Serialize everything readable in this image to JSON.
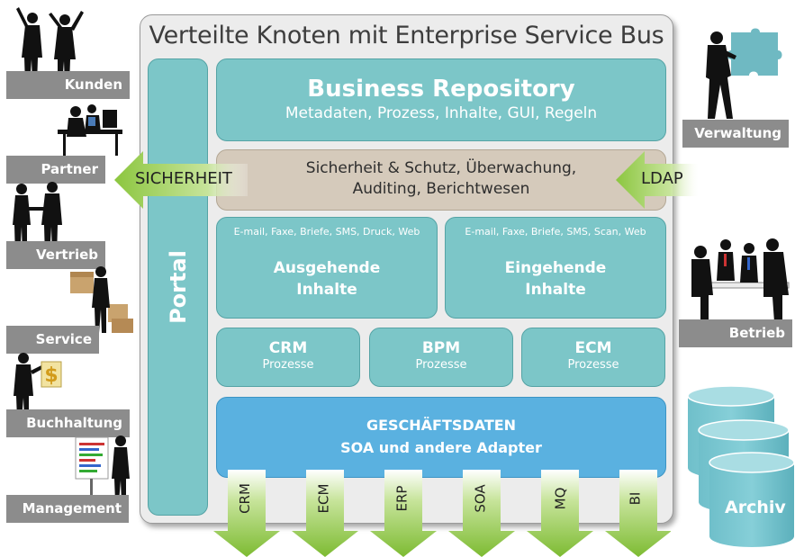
{
  "title": "Verteilte Knoten mit Enterprise Service Bus",
  "portal": "Portal",
  "repository": {
    "title": "Business Repository",
    "subtitle": "Metadaten, Prozess, Inhalte, GUI, Regeln"
  },
  "security": {
    "line1": "Sicherheit & Schutz, Überwachung,",
    "line2": "Auditing, Berichtwesen"
  },
  "left_arrow": "SICHERHEIT",
  "right_arrow": "LDAP",
  "outgoing": {
    "channels": "E-mail, Faxe, Briefe, SMS, Druck, Web",
    "line1": "Ausgehende",
    "line2": "Inhalte"
  },
  "incoming": {
    "channels": "E-mail, Faxe, Briefe, SMS, Scan, Web",
    "line1": "Eingehende",
    "line2": "Inhalte"
  },
  "processes": [
    {
      "title": "CRM",
      "sub": "Prozesse"
    },
    {
      "title": "BPM",
      "sub": "Prozesse"
    },
    {
      "title": "ECM",
      "sub": "Prozesse"
    }
  ],
  "business_data": {
    "line1": "GESCHÄFTSDATEN",
    "line2": "SOA und andere Adapter"
  },
  "adapters": [
    "CRM",
    "ECM",
    "ERP",
    "SOA",
    "MQ",
    "BI"
  ],
  "roles_left": [
    "Kunden",
    "Partner",
    "Vertrieb",
    "Service",
    "Buchhaltung",
    "Management"
  ],
  "roles_right": [
    "Verwaltung",
    "Betrieb"
  ],
  "archive": "Archiv",
  "colors": {
    "teal": "#7cc6c8",
    "sand": "#d5cabb",
    "blue": "#5ab1e0",
    "green": "#8cc63f",
    "label_gray": "#8c8c8c"
  }
}
